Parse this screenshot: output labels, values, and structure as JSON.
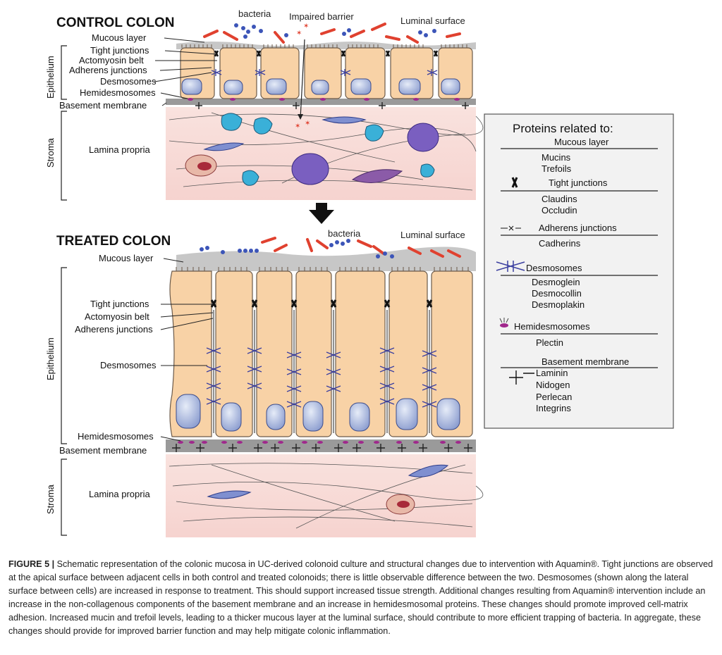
{
  "control": {
    "title": "CONTROL COLON",
    "bacteria": "bacteria",
    "impaired_barrier": "Impaired barrier",
    "luminal_surface": "Luminal surface",
    "labels": {
      "mucous": "Mucous layer",
      "tight": "Tight junctions",
      "actomyosin": "Actomyosin belt",
      "adherens": "Adherens junctions",
      "desmosomes": "Desmosomes",
      "hemidesmosomes": "Hemidesmosomes",
      "basement": "Basement membrane",
      "lamina": "Lamina propria"
    },
    "side_epithelium": "Epithelium",
    "side_stroma": "Stroma"
  },
  "treated": {
    "title": "TREATED COLON",
    "bacteria": "bacteria",
    "luminal_surface": "Luminal surface",
    "labels": {
      "mucous": "Mucous layer",
      "tight": "Tight junctions",
      "actomyosin": "Actomyosin belt",
      "adherens": "Adherens junctions",
      "desmosomes": "Desmosomes",
      "hemidesmosomes": "Hemidesmosomes",
      "basement": "Basement membrane",
      "lamina": "Lamina propria"
    },
    "side_epithelium": "Epithelium",
    "side_stroma": "Stroma"
  },
  "legend": {
    "title": "Proteins related to:",
    "mucous": {
      "heading": "Mucous layer",
      "items": [
        "Mucins",
        "Trefoils"
      ]
    },
    "tight": {
      "heading": "Tight junctions",
      "items": [
        "Claudins",
        "Occludin"
      ]
    },
    "adherens": {
      "heading": "Adherens junctions",
      "items": [
        "Cadherins"
      ]
    },
    "desmosomes": {
      "heading": "Desmosomes",
      "items": [
        "Desmoglein",
        "Desmocollin",
        "Desmoplakin"
      ]
    },
    "hemi": {
      "heading": "Hemidesmosomes",
      "items": [
        "Plectin"
      ]
    },
    "basement": {
      "heading": "Basement membrane",
      "items": [
        "Laminin",
        "Nidogen",
        "Perlecan",
        "Integrins"
      ]
    }
  },
  "caption": {
    "label": "FIGURE 5 |",
    "text": "Schematic representation of the colonic mucosa in UC-derived colonoid culture and structural changes due to intervention with Aquamin®. Tight junctions are observed at the apical surface between adjacent cells in both control and treated colonoids; there is little observable difference between the two. Desmosomes (shown along the lateral surface between cells) are increased in response to treatment. This should support increased tissue strength. Additional changes resulting from Aquamin® intervention include an increase in the non-collagenous components of the basement membrane and an increase in hemidesmosomal proteins. These changes should promote improved cell-matrix adhesion. Increased mucin and trefoil levels, leading to a thicker mucous layer at the luminal surface, should contribute to more efficient trapping of bacteria. In aggregate, these changes should provide for improved barrier function and may help mitigate colonic inflammation."
  },
  "colors": {
    "cell": "#f8d2a6",
    "cell_stroke": "#6b5a4a",
    "stroma": "#f7d6d2",
    "mucus": "#c8c8c8",
    "bacteria_rod": "#e0412f",
    "bacteria_cocci": "#3c55b8",
    "desmosome": "#3b3fa0",
    "hemidesmosome": "#a0288c",
    "legend_bg": "#f2f2f2"
  }
}
